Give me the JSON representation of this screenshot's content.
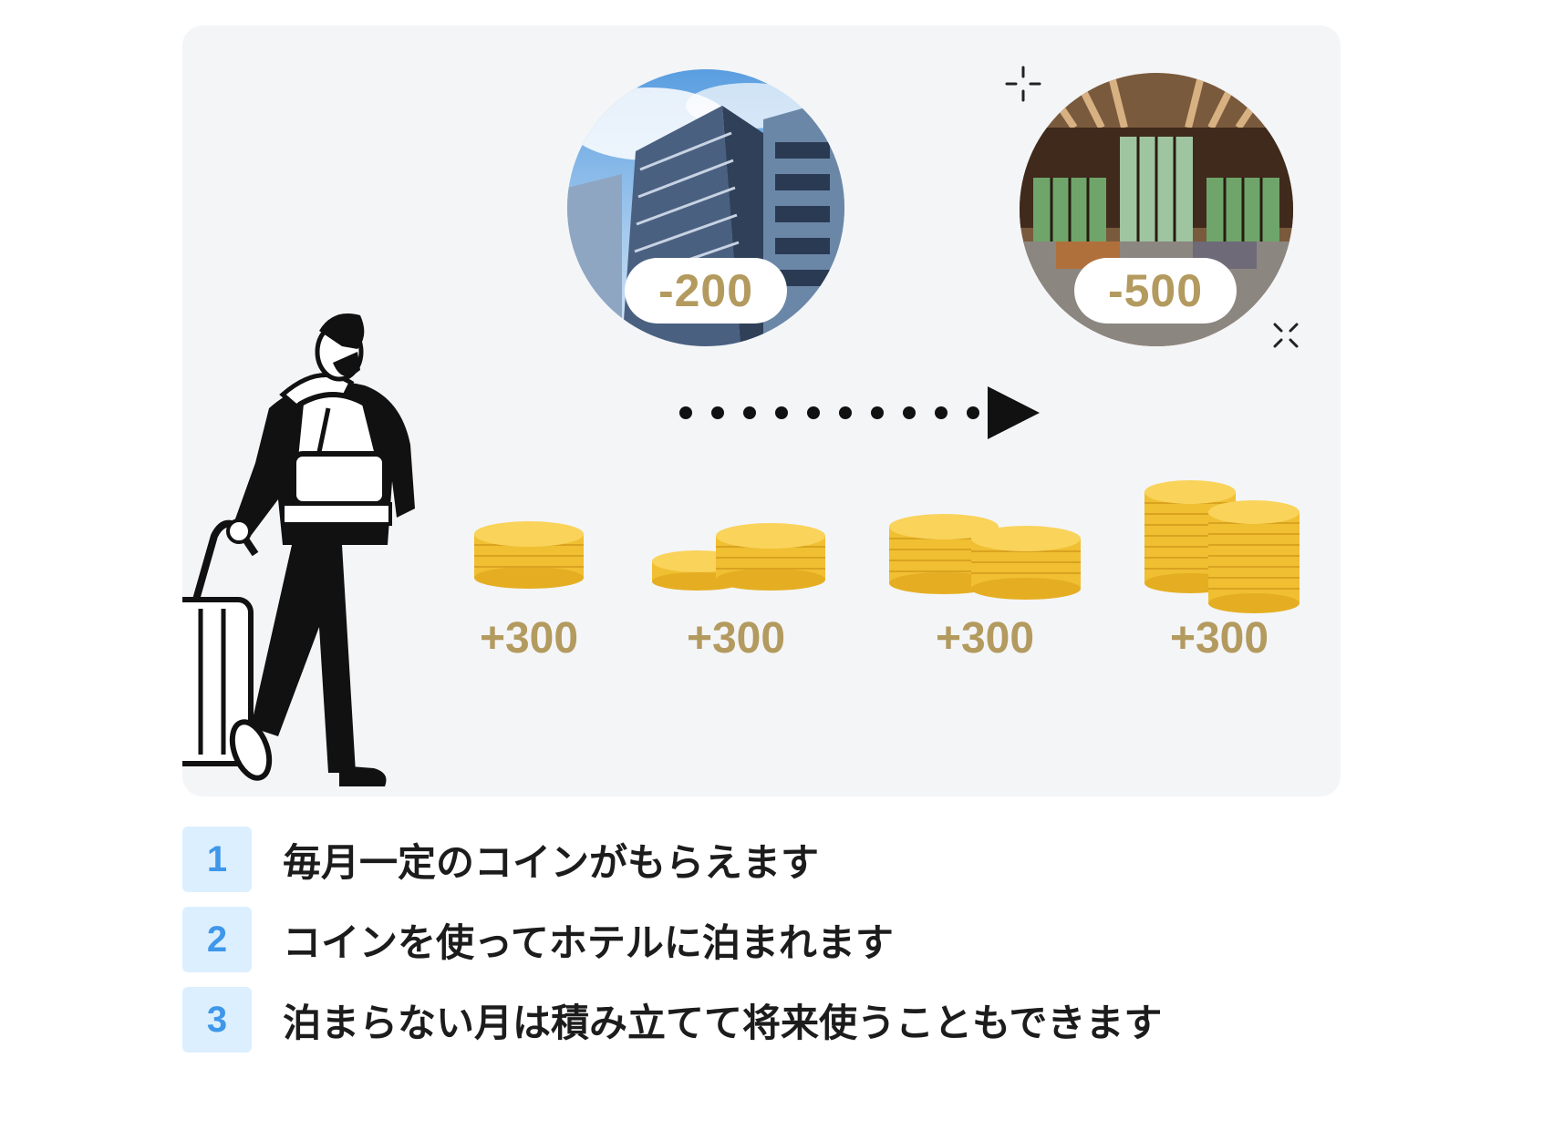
{
  "hotels": [
    {
      "cost_label": "-200",
      "image_icon": "city-hotel-building-photo"
    },
    {
      "cost_label": "-500",
      "image_icon": "luxury-hotel-lobby-photo"
    }
  ],
  "coins": [
    {
      "label": "+300"
    },
    {
      "label": "+300"
    },
    {
      "label": "+300"
    },
    {
      "label": "+300"
    }
  ],
  "steps": [
    {
      "number": "1",
      "text": "毎月一定のコインがもらえます"
    },
    {
      "number": "2",
      "text": "コインを使ってホテルに泊まれます"
    },
    {
      "number": "3",
      "text": "泊まらない月は積み立てて将来使うこともできます"
    }
  ],
  "colors": {
    "panel_bg": "#f4f5f7",
    "gold_text": "#b39a5e",
    "coin": "#f3c53c",
    "step_badge_bg": "#dcefff",
    "step_badge_text": "#3e97ea"
  }
}
